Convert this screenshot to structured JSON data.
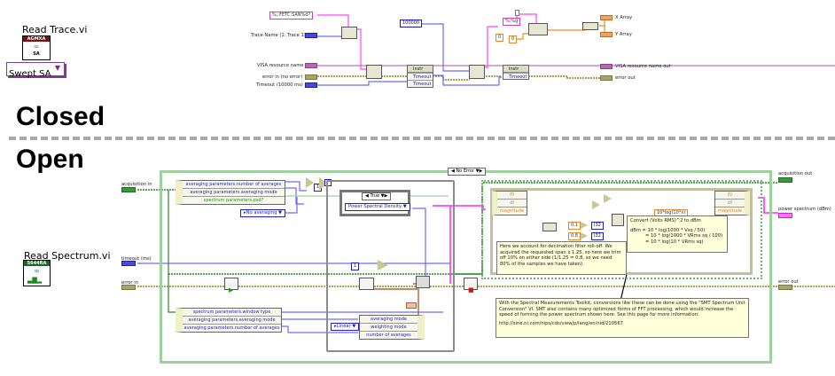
{
  "closed_section": {
    "title": "Closed",
    "vi_name": "Read Trace.vi",
    "icon": {
      "name": "agmxa-read-icon",
      "banner": "AGMXA",
      "footer": "SA"
    },
    "mode_ring": {
      "value": "Swept SA"
    },
    "inputs": [
      {
        "label": "Trace Name (1: Trace 1)",
        "type": "U32"
      },
      {
        "label": "VISA resource name",
        "type": "VISA"
      },
      {
        "label": "error in (no error)",
        "type": "error"
      },
      {
        "label": "Timeout (10000 ms)",
        "type": "U32"
      }
    ],
    "constants": {
      "fetch_format": "%;:FETC:SAN%d?",
      "timeout_value": "100000",
      "scan_format": "%;%g",
      "zero_a": "0",
      "zero_b": "0"
    },
    "property_nodes": [
      {
        "class": "Instr",
        "properties": [
          "Timeout",
          "Timeout"
        ]
      },
      {
        "class": "Instr",
        "properties": [
          "Timeout"
        ]
      }
    ],
    "outputs": [
      {
        "label": "X Array",
        "type": "DBL array"
      },
      {
        "label": "Y Array",
        "type": "DBL array"
      },
      {
        "label": "VISA resource name out",
        "type": "VISA"
      },
      {
        "label": "error out",
        "type": "error"
      }
    ]
  },
  "open_section": {
    "title": "Open",
    "vi_name": "Read Spectrum.vi",
    "icon": {
      "name": "5644ra-read-icon",
      "banner": "5644RA"
    },
    "inputs": [
      {
        "label": "acquisition in",
        "type": "cluster"
      },
      {
        "label": "timeout (ms)",
        "type": "U32"
      },
      {
        "label": "error in",
        "type": "error"
      }
    ],
    "outputs": [
      {
        "label": "acquisition out",
        "type": "cluster"
      },
      {
        "label": "power spectrum (dBm)",
        "type": "waveform"
      },
      {
        "label": "error out",
        "type": "error"
      }
    ],
    "case_structure": {
      "selector": "No Error"
    },
    "inner_case": {
      "selector": "True",
      "constant": "Power Spectral Density"
    },
    "unbundle_top": [
      "averaging parameters.number of averages",
      "averaging parameters.averaging mode",
      "spectrum parameters.psd?"
    ],
    "averaging_ring": "No averaging",
    "const_one": "1",
    "unbundle_bottom": [
      "spectrum parameters.window type",
      "averaging parameters.averaging mode",
      "averaging parameters.number of averages"
    ],
    "linear_ring": "Linear",
    "bundle_avg": [
      "averaging mode",
      "weighting mode",
      "number of averages"
    ],
    "waveform_unbundle": [
      "f0",
      "df",
      "magnitude"
    ],
    "waveform_bundle": [
      "f0",
      "df",
      "magnitude"
    ],
    "constants": {
      "lower": "0.1",
      "upper": "0.8",
      "type_label": "I32"
    },
    "formula": "10*log(10*x)",
    "note_conversion": {
      "title": "Convert (Volts RMS)^2 to dBm",
      "lines": [
        "dBm = 10 * log(1000 * Vsq / 50)",
        "= 10 * log(1000 * VRms sq / 100)",
        "= 10 * log(10 * VRms sq)"
      ]
    },
    "note_decimation": "Here we account for decimation filter roll-off. We acquired the requested span x 1.25, so here we trim off 10% on either side (1/1.25 = 0.8, so we need 80% of the samples we have taken).",
    "note_smt": {
      "text": "With the Spectral Measurements Toolkit, conversions like these can be done using the \"SMT Spectrum Unit Conversion\" VI. SMT also contains many optimized forms of FFT processing, which would increase the speed of forming the power spectrum shown here. See this page for more information:",
      "url": "http://sine.ni.com/nips/cds/view/p/lang/en/nid/210567"
    }
  },
  "colors": {
    "string_wire": "#ff44ff",
    "error_wire": "#8a8a1a",
    "numeric_wire": "#6a6aff",
    "array_wire": "#f08a20",
    "cluster_wire": "#2a8a2a",
    "frame_green": "#9fd09f",
    "note_bg": "#ffffd9"
  }
}
